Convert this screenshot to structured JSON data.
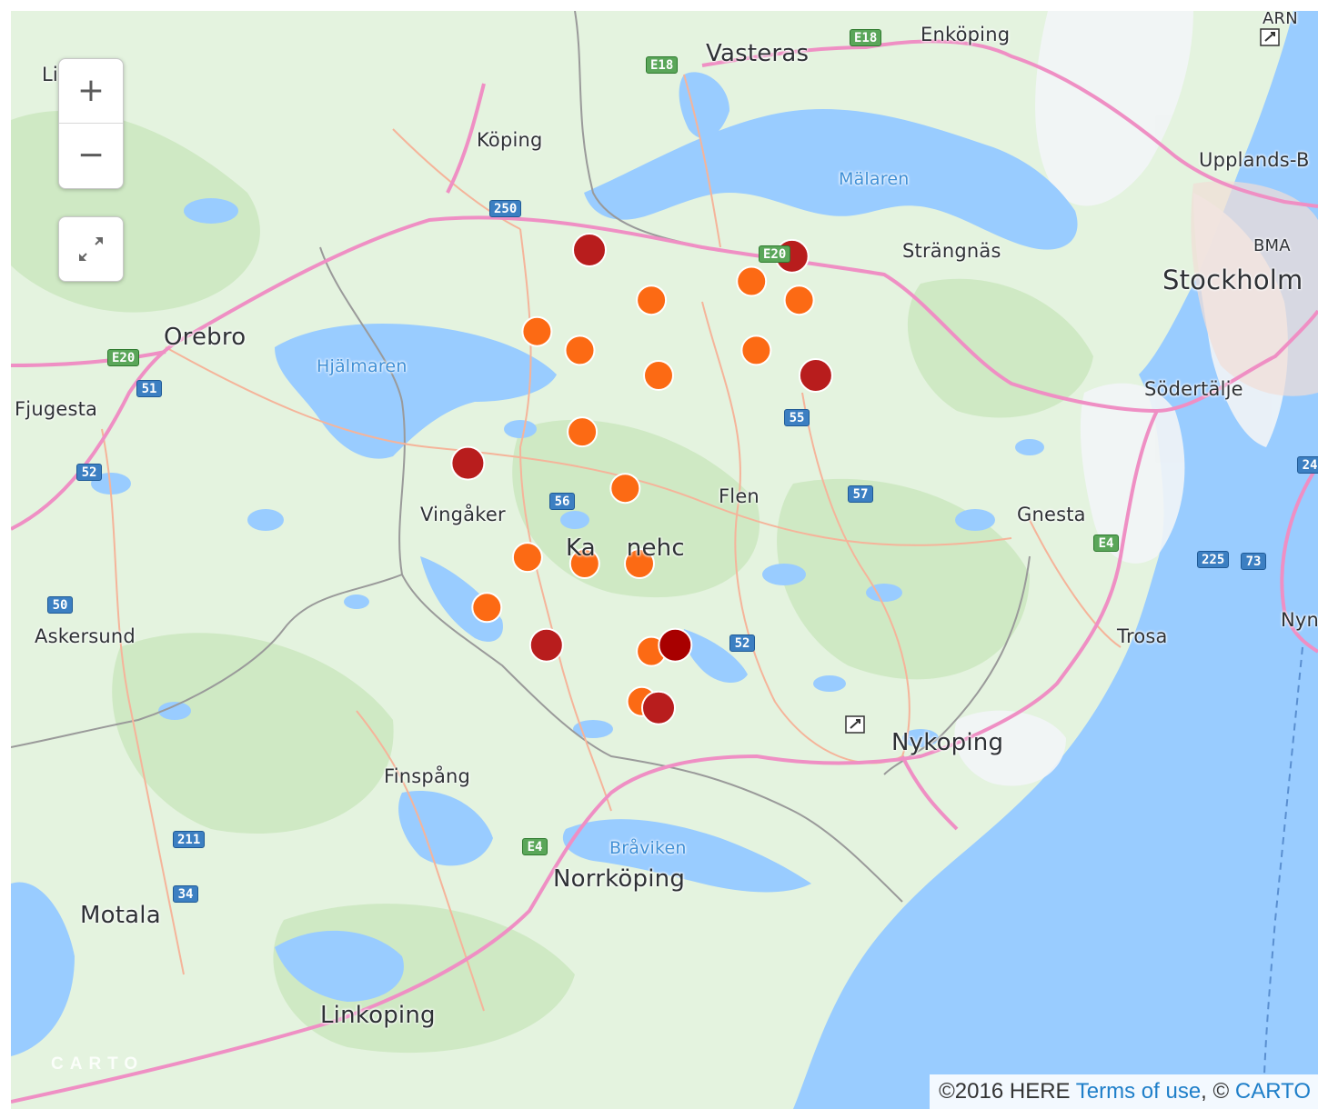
{
  "map": {
    "controls": {
      "zoom_in_label": "+",
      "zoom_out_label": "−",
      "fullscreen_icon": "fullscreen-icon"
    },
    "places": [
      {
        "id": "vasteras",
        "name": "Vasteras"
      },
      {
        "id": "enkoping",
        "name": "Enköping"
      },
      {
        "id": "koping",
        "name": "Köping"
      },
      {
        "id": "lindesberg",
        "name": "Li    erg."
      },
      {
        "id": "upplands",
        "name": "Upplands-B"
      },
      {
        "id": "arn",
        "name": "ARN"
      },
      {
        "id": "malaren",
        "name": "Mälaren"
      },
      {
        "id": "strangnas",
        "name": "Strängnäs"
      },
      {
        "id": "bma",
        "name": "BMA"
      },
      {
        "id": "stockholm",
        "name": "Stockholm"
      },
      {
        "id": "orebro",
        "name": "Orebro"
      },
      {
        "id": "hjalmaren",
        "name": "Hjälmaren"
      },
      {
        "id": "fjugesta",
        "name": "Fjugesta"
      },
      {
        "id": "sodertalje",
        "name": "Södertälje"
      },
      {
        "id": "flen",
        "name": "Flen"
      },
      {
        "id": "vingaker",
        "name": "Vingåker"
      },
      {
        "id": "gnesta",
        "name": "Gnesta"
      },
      {
        "id": "katrineholm",
        "name": "Ka    nehc  "
      },
      {
        "id": "askersund",
        "name": "Askersund"
      },
      {
        "id": "trosa",
        "name": "Trosa"
      },
      {
        "id": "nyn",
        "name": "Nyn"
      },
      {
        "id": "nykoping",
        "name": "Nykoping"
      },
      {
        "id": "finspang",
        "name": "Finspång"
      },
      {
        "id": "braviken",
        "name": "Bråviken"
      },
      {
        "id": "norrkoping",
        "name": "Norrköping"
      },
      {
        "id": "motala",
        "name": "Motala"
      },
      {
        "id": "linkoping",
        "name": "Linkoping"
      }
    ],
    "road_shields": [
      {
        "id": "e18a",
        "label": "E18",
        "type": "european"
      },
      {
        "id": "e18b",
        "label": "E18",
        "type": "european"
      },
      {
        "id": "r250",
        "label": "250",
        "type": "national"
      },
      {
        "id": "e20a",
        "label": "E20",
        "type": "european"
      },
      {
        "id": "e20b",
        "label": "E20",
        "type": "european"
      },
      {
        "id": "r51",
        "label": "51",
        "type": "national"
      },
      {
        "id": "r52a",
        "label": "52",
        "type": "national"
      },
      {
        "id": "r55",
        "label": "55",
        "type": "national"
      },
      {
        "id": "r56",
        "label": "56",
        "type": "national"
      },
      {
        "id": "r57",
        "label": "57",
        "type": "national"
      },
      {
        "id": "e4a",
        "label": "E4",
        "type": "european"
      },
      {
        "id": "r225",
        "label": "225",
        "type": "national"
      },
      {
        "id": "r73",
        "label": "73",
        "type": "national"
      },
      {
        "id": "r50",
        "label": "50",
        "type": "national"
      },
      {
        "id": "r52b",
        "label": "52",
        "type": "national"
      },
      {
        "id": "r211",
        "label": "211",
        "type": "national"
      },
      {
        "id": "r34",
        "label": "34",
        "type": "national"
      },
      {
        "id": "e4b",
        "label": "E4",
        "type": "european"
      },
      {
        "id": "r24",
        "label": "24",
        "type": "national"
      }
    ],
    "markers": [
      {
        "lat": 59.46,
        "lon": 15.99,
        "level": "high"
      },
      {
        "lat": 59.45,
        "lon": 16.84,
        "level": "high"
      },
      {
        "lat": 59.38,
        "lon": 16.25,
        "level": "medium"
      },
      {
        "lat": 59.41,
        "lon": 16.67,
        "level": "medium"
      },
      {
        "lat": 59.38,
        "lon": 16.87,
        "level": "medium"
      },
      {
        "lat": 59.33,
        "lon": 15.77,
        "level": "medium"
      },
      {
        "lat": 59.3,
        "lon": 15.95,
        "level": "medium"
      },
      {
        "lat": 59.3,
        "lon": 16.69,
        "level": "medium"
      },
      {
        "lat": 59.26,
        "lon": 16.28,
        "level": "medium"
      },
      {
        "lat": 59.26,
        "lon": 16.94,
        "level": "high"
      },
      {
        "lat": 59.17,
        "lon": 15.96,
        "level": "medium"
      },
      {
        "lat": 59.12,
        "lon": 15.48,
        "level": "high"
      },
      {
        "lat": 59.08,
        "lon": 16.14,
        "level": "medium"
      },
      {
        "lat": 58.97,
        "lon": 15.73,
        "level": "medium"
      },
      {
        "lat": 58.96,
        "lon": 15.97,
        "level": "medium"
      },
      {
        "lat": 58.96,
        "lon": 16.2,
        "level": "medium"
      },
      {
        "lat": 58.89,
        "lon": 15.56,
        "level": "medium"
      },
      {
        "lat": 58.83,
        "lon": 15.81,
        "level": "high"
      },
      {
        "lat": 58.82,
        "lon": 16.25,
        "level": "medium"
      },
      {
        "lat": 58.83,
        "lon": 16.35,
        "level": "highest"
      },
      {
        "lat": 58.74,
        "lon": 16.21,
        "level": "medium"
      },
      {
        "lat": 58.73,
        "lon": 16.28,
        "level": "high"
      }
    ],
    "marker_colors": {
      "medium": "#fc6a14",
      "high": "#b81d1d",
      "highest": "#a80000"
    },
    "colors": {
      "land": "#e4f3df",
      "forest": "#cfe9c4",
      "water": "#99ccff",
      "motorway": "#ef8fc4",
      "primary": "#f5b49a",
      "border": "#9a9a9a"
    },
    "attribution": {
      "text": "©2016 HERE ",
      "link1": "Terms of use",
      "sep": ", © ",
      "link2": "CARTO"
    },
    "carto_logo": "CARTO"
  }
}
